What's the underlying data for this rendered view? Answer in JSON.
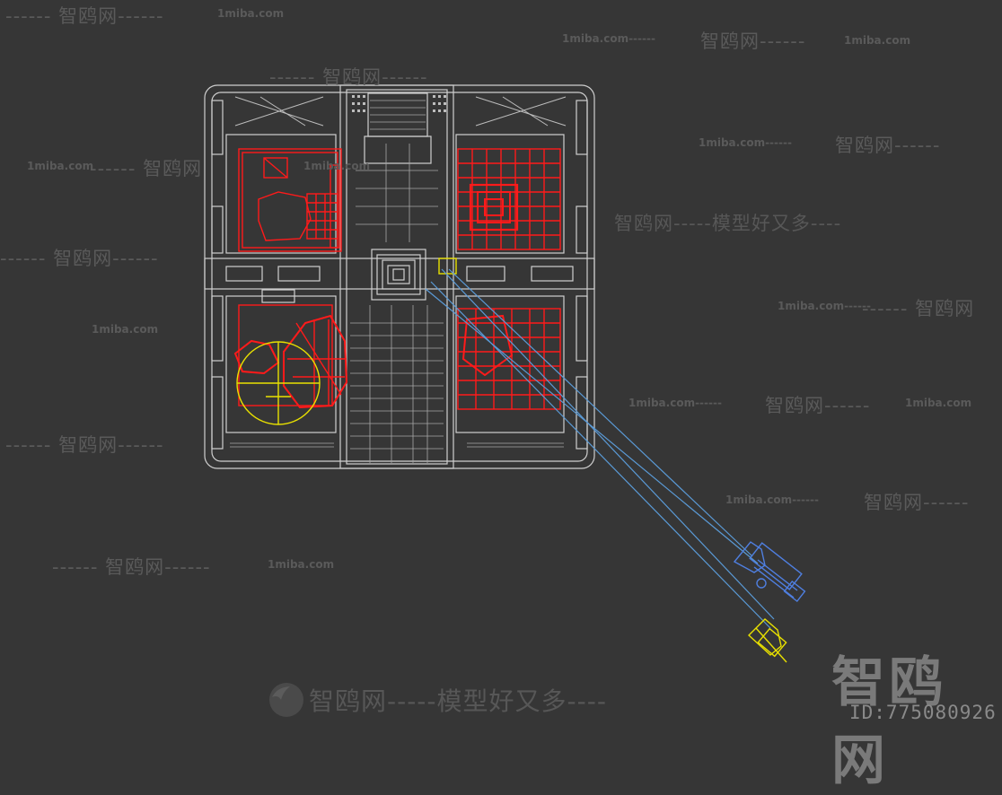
{
  "watermarks": {
    "main_text": "------ 智鸥网------",
    "brand_text": "智鸥网",
    "site": "1miba.com",
    "slogan_line": "智鸥网-----模型好又多----",
    "site_line": "1miba.com------",
    "site_line_right": "------1miba.com",
    "dashed_brand": "------ 智鸥网------",
    "brand_tail": "------ 智鸥网",
    "brand_head": "智鸥网------"
  },
  "bottom_banner": {
    "text": "智鸥网-----模型好又多----"
  },
  "brand": {
    "logo": "智鸥网",
    "id": "ID:775080926"
  },
  "icons": {
    "bird": "bird-logo-icon",
    "camera_blue": "camera-icon",
    "camera_yellow": "camera-target-icon"
  },
  "colors": {
    "background": "#363636",
    "structure": "#cfcfcf",
    "selected": "#ff1a1a",
    "highlight": "#e8e000",
    "camera": "#4f7fe0",
    "frustum": "#5a9ad6",
    "watermark": "#5a5a5a"
  }
}
